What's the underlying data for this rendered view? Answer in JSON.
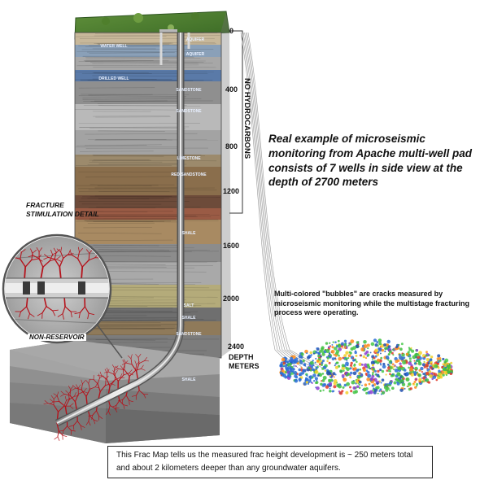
{
  "callout_main": "Real example of microseismic monitoring from Apache multi-well pad consists of 7 wells in side view at the depth of 2700 meters",
  "callout_bubbles": "Multi-colored \"bubbles\" are cracks measured by microseismic monitoring while the multistage fracturing process were operating.",
  "fracture_detail": "FRACTURE STIMULATION DETAIL",
  "non_reservoir": "NON-RESERVOIR",
  "no_hydrocarbons": "NO HYDROCARBONS",
  "depth_labels": [
    "0",
    "400",
    "800",
    "1200",
    "1600",
    "2000",
    "2400"
  ],
  "depth_unit": "DEPTH METERS",
  "layer_labels": [
    "WATER WELL",
    "AQUIFER",
    "AQUIFER",
    "DRILLED WELL",
    "SANDSTONE",
    "SANDSTONE",
    "LIMESTONE",
    "RED SANDSTONE",
    "SHALE",
    "SALT",
    "SHALE",
    "SANDSTONE",
    "SHALE"
  ],
  "footnote": "This Frac Map tells us the measured frac height development is ~ 250 meters total and about 2 kilometers deeper than any groundwater aquifers.",
  "colors": {
    "fracture": "#b5121b",
    "bubble_green": "#3fbf3f",
    "bubble_blue": "#2b6fd6"
  }
}
